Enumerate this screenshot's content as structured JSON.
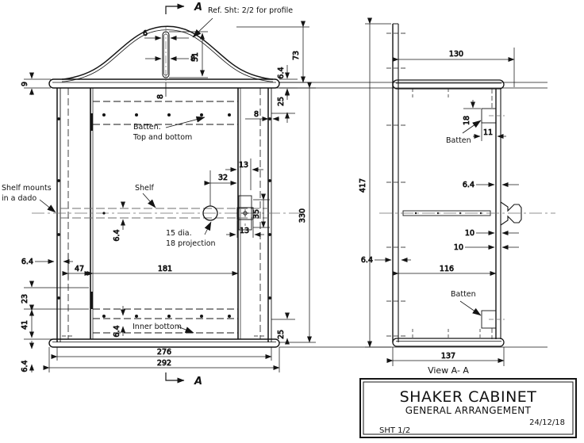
{
  "drawing": {
    "title": "SHAKER CABINET",
    "subtitle": "GENERAL ARRANGEMENT",
    "date": "24/12/18",
    "sheet": "SHT 1/2",
    "section_label_top": "A",
    "section_label_bottom": "A",
    "view_label": "View A- A",
    "line_color": "#141414",
    "center_line_color": "#6f6f6f"
  },
  "notes": {
    "profile_ref": "Ref. Sht: 2/2 for profile",
    "batten_front": "Batten.",
    "batten_front2": "Top and bottom",
    "shelf": "Shelf",
    "shelf_mounts": "Shelf mounts",
    "shelf_mounts2": "in a dado",
    "knob": "15 dia.",
    "knob2": "18 projection",
    "inner_bottom": "Inner bottom",
    "batten_side_top": "Batten",
    "batten_side_bottom": "Batten"
  },
  "front_view": {
    "dims": {
      "crest_slot_width_top": "6",
      "crest_slot_width_low": "8",
      "crest_slot_height": "51",
      "top_board_thickness_left": "9",
      "top_overhang_right": "6.4",
      "crest_height": "73",
      "top_to_batten": "25",
      "side_panel": "8",
      "panel_top_thk": "8",
      "door_stile": "13",
      "latch_offset": "32",
      "latch_height": "35",
      "latch_width": "13",
      "cabinet_height": "330",
      "shelf_thickness": "6.4",
      "left_gap": "6.4",
      "left_panel_width": "47",
      "door_width": "181",
      "lower_rail": "23",
      "bottom_rail": "41",
      "inner_bottom_thk": "6.4",
      "bottom_board_thk": "6.4",
      "bottom_to_base": "25",
      "inner_width": "276",
      "outer_width": "292"
    }
  },
  "side_view": {
    "dims": {
      "depth_top": "130",
      "batten_height": "18",
      "batten_width": "11",
      "back_offset": "6.4",
      "overall_height": "417",
      "knob_proj_1": "10",
      "knob_proj_2": "10",
      "side_offset": "6.4",
      "inner_depth": "116",
      "overall_depth": "137"
    }
  }
}
